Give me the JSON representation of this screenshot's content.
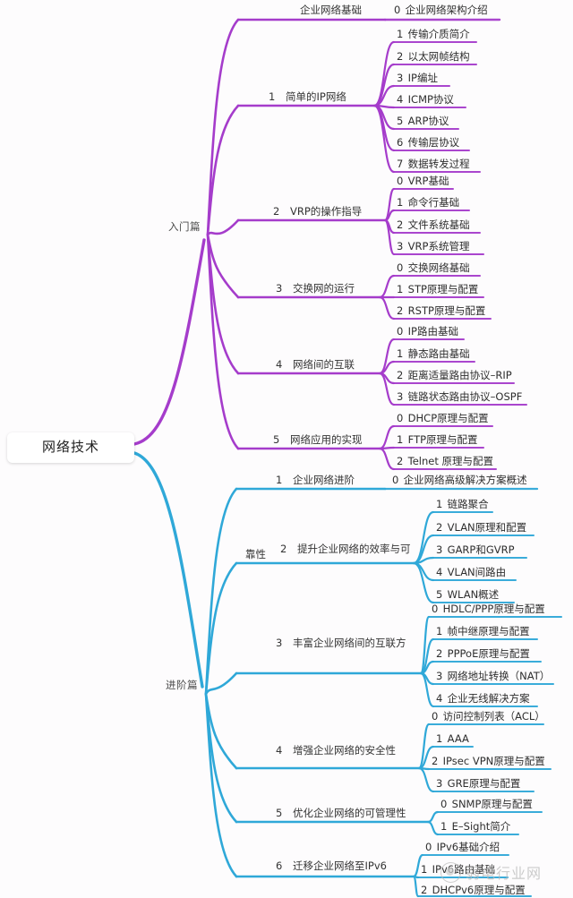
{
  "meta": {
    "title": "网络技术",
    "colors": {
      "purple": "#a53ccb",
      "purple_light": "#c97ede",
      "blue": "#2fa8d8",
      "blue_light": "#7fcbe8",
      "background": "#fdfcfd",
      "text": "#2b2b2b"
    }
  },
  "root": {
    "label": "网络技术"
  },
  "branches": [
    {
      "id": "intro",
      "label": "入门篇",
      "color": "#a53ccb",
      "topics": [
        {
          "num": "",
          "label": "企业网络基础",
          "items": [
            {
              "num": "0",
              "label": "企业网络架构介绍"
            }
          ]
        },
        {
          "num": "1",
          "label": "简单的IP网络",
          "items": [
            {
              "num": "1",
              "label": "传输介质简介"
            },
            {
              "num": "2",
              "label": "以太网帧结构"
            },
            {
              "num": "3",
              "label": "IP编址"
            },
            {
              "num": "4",
              "label": "ICMP协议"
            },
            {
              "num": "5",
              "label": "ARP协议"
            },
            {
              "num": "6",
              "label": "传输层协议"
            },
            {
              "num": "7",
              "label": "数据转发过程"
            }
          ]
        },
        {
          "num": "2",
          "label": "VRP的操作指导",
          "items": [
            {
              "num": "0",
              "label": "VRP基础"
            },
            {
              "num": "1",
              "label": "命令行基础"
            },
            {
              "num": "2",
              "label": "文件系统基础"
            },
            {
              "num": "3",
              "label": "VRP系统管理"
            }
          ]
        },
        {
          "num": "3",
          "label": "交换网的运行",
          "items": [
            {
              "num": "0",
              "label": "交换网络基础"
            },
            {
              "num": "1",
              "label": "STP原理与配置"
            },
            {
              "num": "2",
              "label": "RSTP原理与配置"
            }
          ]
        },
        {
          "num": "4",
          "label": "网络间的互联",
          "items": [
            {
              "num": "0",
              "label": "IP路由基础"
            },
            {
              "num": "1",
              "label": "静态路由基础"
            },
            {
              "num": "2",
              "label": "距离适量路由协议–RIP"
            },
            {
              "num": "3",
              "label": "链路状态路由协议–OSPF"
            }
          ]
        },
        {
          "num": "5",
          "label": "网络应用的实现",
          "items": [
            {
              "num": "0",
              "label": "DHCP原理与配置"
            },
            {
              "num": "1",
              "label": "FTP原理与配置"
            },
            {
              "num": "2",
              "label": "Telnet 原理与配置"
            }
          ]
        }
      ]
    },
    {
      "id": "advanced",
      "label": "进阶篇",
      "color": "#2fa8d8",
      "topics": [
        {
          "num": "1",
          "label": "企业网络进阶",
          "items": [
            {
              "num": "0",
              "label": "企业网络高级解决方案概述"
            }
          ]
        },
        {
          "num": "2",
          "label": "提升企业网络的效率与可",
          "label_line2": "靠性",
          "items": [
            {
              "num": "1",
              "label": "链路聚合"
            },
            {
              "num": "2",
              "label": "VLAN原理和配置"
            },
            {
              "num": "3",
              "label": "GARP和GVRP"
            },
            {
              "num": "4",
              "label": "VLAN间路由"
            },
            {
              "num": "5",
              "label": "WLAN概述"
            }
          ]
        },
        {
          "num": "3",
          "label": "丰富企业网络间的互联方",
          "items": [
            {
              "num": "0",
              "label": "HDLC/PPP原理与配置"
            },
            {
              "num": "1",
              "label": "帧中继原理与配置"
            },
            {
              "num": "2",
              "label": "PPPoE原理与配置"
            },
            {
              "num": "3",
              "label": "网络地址转换（NAT）"
            },
            {
              "num": "4",
              "label": "企业无线解决方案"
            }
          ]
        },
        {
          "num": "4",
          "label": "增强企业网络的安全性",
          "items": [
            {
              "num": "0",
              "label": "访问控制列表（ACL）"
            },
            {
              "num": "1",
              "label": "AAA"
            },
            {
              "num": "2",
              "label": "IPsec VPN原理与配置"
            },
            {
              "num": "3",
              "label": "GRE原理与配置"
            }
          ]
        },
        {
          "num": "5",
          "label": "优化企业网络的可管理性",
          "items": [
            {
              "num": "0",
              "label": "SNMP原理与配置"
            },
            {
              "num": "1",
              "label": "E–Sight简介"
            }
          ]
        },
        {
          "num": "6",
          "label": "迁移企业网络至IPv6",
          "items": [
            {
              "num": "0",
              "label": "IPv6基础介绍"
            },
            {
              "num": "1",
              "label": "IPv6路由基础"
            },
            {
              "num": "2",
              "label": "DHCPv6原理与配置"
            }
          ]
        }
      ]
    }
  ],
  "watermark": {
    "text": "弱电行业网",
    "logo": "circle-logo-icon"
  }
}
